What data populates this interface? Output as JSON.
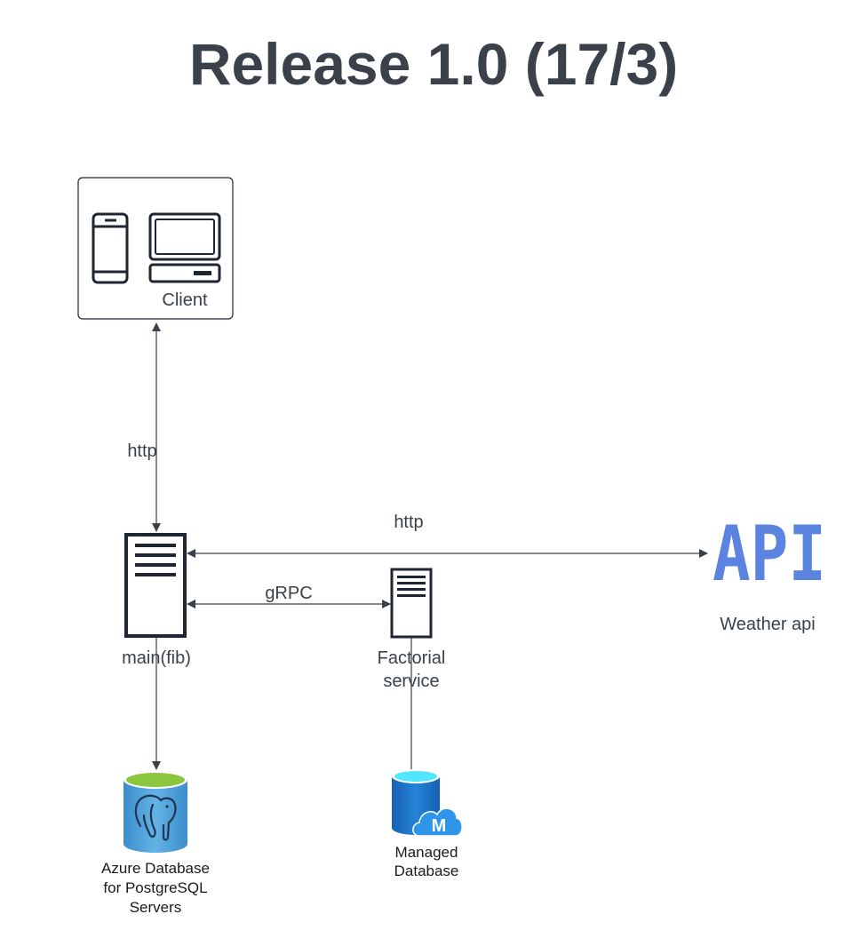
{
  "title": "Release 1.0 (17/3)",
  "nodes": {
    "client": {
      "label": "Client"
    },
    "main": {
      "label": "main(fib)"
    },
    "factorial": {
      "label_line1": "Factorial",
      "label_line2": "service"
    },
    "weather": {
      "logo_text": "API",
      "label": "Weather api"
    },
    "postgres": {
      "label_line1": "Azure Database",
      "label_line2": "for PostgreSQL",
      "label_line3": "Servers"
    },
    "managed_db": {
      "label_line1": "Managed",
      "label_line2": "Database",
      "badge": "M"
    }
  },
  "edges": {
    "client_main": {
      "label": "http"
    },
    "main_weather": {
      "label": "http"
    },
    "main_factorial": {
      "label": "gRPC"
    }
  },
  "colors": {
    "text": "#3a414a",
    "api_blue": "#5b83e0",
    "postgres_top": "#8cc63f",
    "postgres_body": "#5aa9dc",
    "managed_top": "#50e6ff",
    "managed_body": "#1b6fc2"
  }
}
